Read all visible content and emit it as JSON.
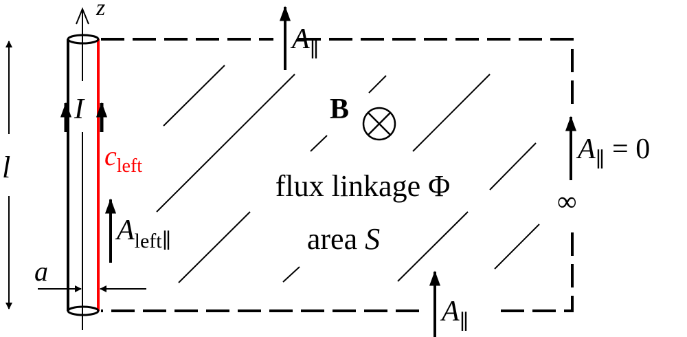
{
  "colors": {
    "ink": "#000000",
    "highlight": "#ff0000"
  },
  "labels": {
    "z_axis": "z",
    "length": "l",
    "current": "I",
    "contour_main": "c",
    "contour_sub": "left",
    "a_left_main": "A",
    "a_left_sub": "left∥",
    "radius": "a",
    "a_top_main": "A",
    "a_top_sub": "∥",
    "a_right_main": "A",
    "a_right_sub": "∥",
    "a_right_eq": " = 0",
    "infinity": "∞",
    "a_bottom_main": "A",
    "a_bottom_sub": "∥",
    "field": "B",
    "flux_text": "flux linkage Φ",
    "area_text": "area ",
    "area_symbol": "S"
  },
  "icons": {
    "field_direction": "into-page-cross-circle-icon"
  }
}
